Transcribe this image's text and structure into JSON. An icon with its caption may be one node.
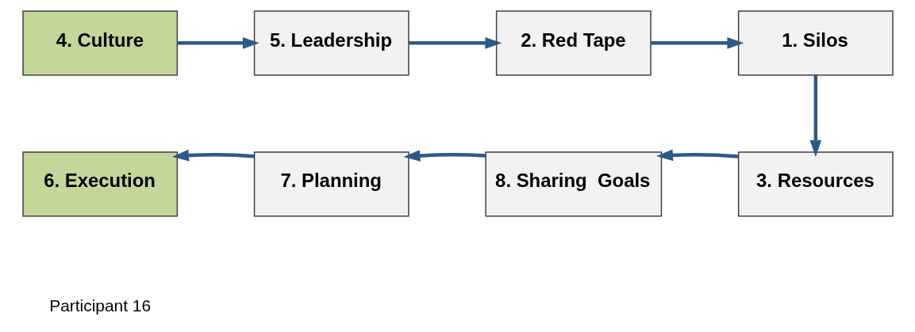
{
  "diagram": {
    "nodes": [
      {
        "text": [
          "4. Culture"
        ]
      },
      {
        "text": [
          "5. Leadership"
        ]
      },
      {
        "text": [
          "2. Red Tape"
        ]
      },
      {
        "text": [
          "1. Silos"
        ]
      },
      {
        "text": [
          "3. Resources"
        ]
      },
      {
        "text": [
          "8. Sharing  Goals"
        ]
      },
      {
        "text": [
          "7. Planning"
        ]
      },
      {
        "text": [
          "6. Execution"
        ]
      }
    ],
    "edges": [
      {
        "from": 0,
        "to": 1,
        "arrow": "to"
      },
      {
        "from": 1,
        "to": 2,
        "arrow": "to"
      },
      {
        "from": 2,
        "to": 3,
        "arrow": "to"
      },
      {
        "from": 3,
        "to": 4,
        "arrow": "to"
      },
      {
        "from": 4,
        "to": 5,
        "arrow": "to"
      },
      {
        "from": 5,
        "to": 6,
        "arrow": "to"
      },
      {
        "from": 6,
        "to": 7,
        "arrow": "to"
      }
    ],
    "labels": [
      "Participant 16"
    ]
  }
}
